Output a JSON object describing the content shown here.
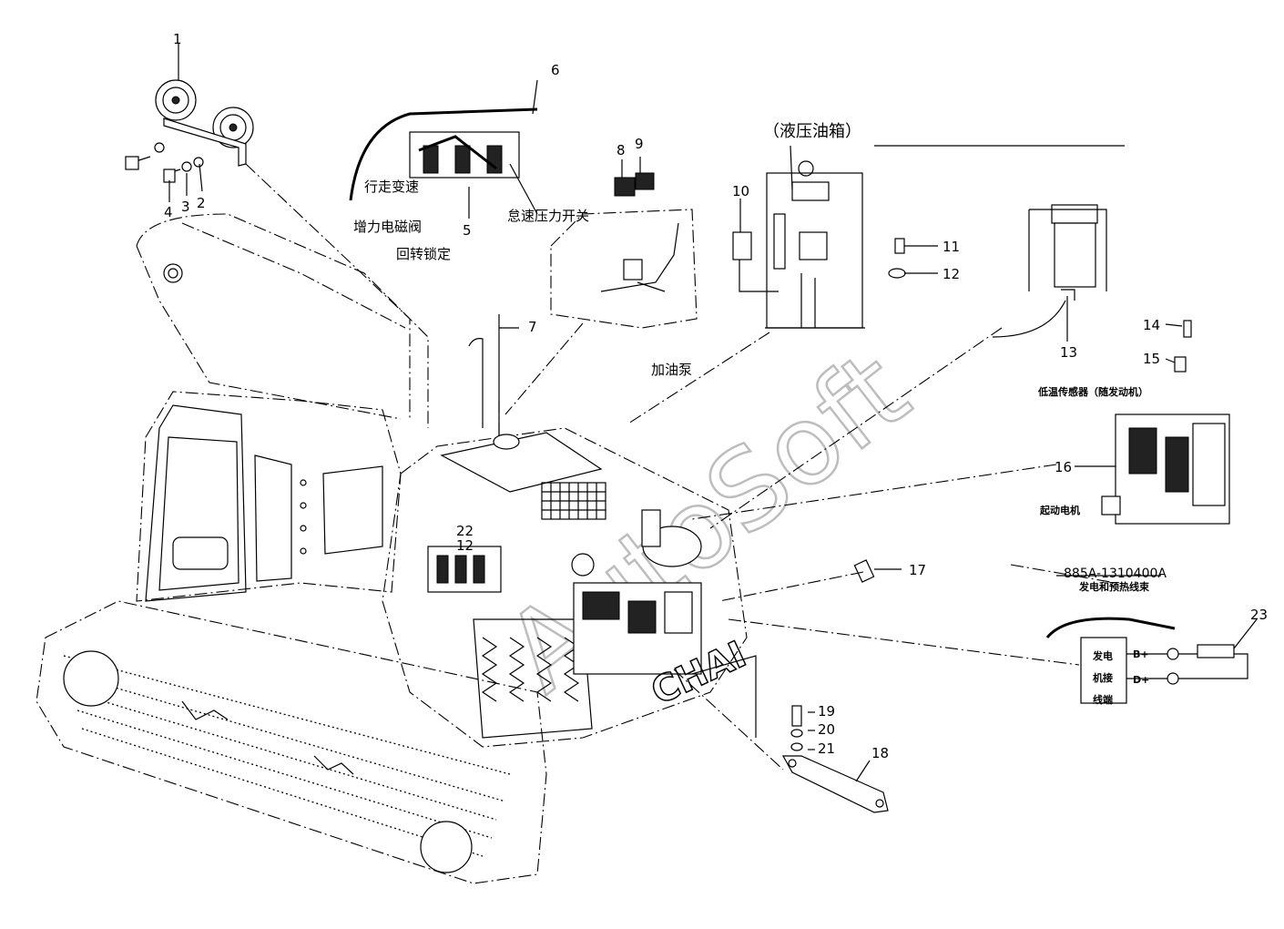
{
  "callouts": {
    "n1": "1",
    "n2": "2",
    "n3": "3",
    "n4": "4",
    "n5": "5",
    "n6": "6",
    "n7": "7",
    "n8": "8",
    "n9": "9",
    "n10": "10",
    "n11": "11",
    "n12": "12",
    "n12b": "12",
    "n13": "13",
    "n14": "14",
    "n15": "15",
    "n16": "16",
    "n17": "17",
    "n18": "18",
    "n19": "19",
    "n20": "20",
    "n21": "21",
    "n22": "22",
    "n23": "23"
  },
  "labels": {
    "travel_shift": "行走变速",
    "boost_solenoid": "增力电磁阀",
    "swing_lock": "回转锁定",
    "idle_pressure_switch": "怠速压力开关",
    "fuel_pump": "加油泵",
    "hydraulic_tank": "（液压油箱）",
    "low_temp_sensor": "低温传感器（随发动机）",
    "starter_motor": "起动电机",
    "harness_code": "885A-1310400A",
    "harness_name": "发电和预热线束",
    "alt_terminal_1": "发电",
    "alt_terminal_2": "机接",
    "alt_terminal_3": "线端",
    "b_plus": "B+",
    "d_plus": "D+",
    "machine_mark": "CHAI",
    "watermark": "AutoSoft"
  }
}
